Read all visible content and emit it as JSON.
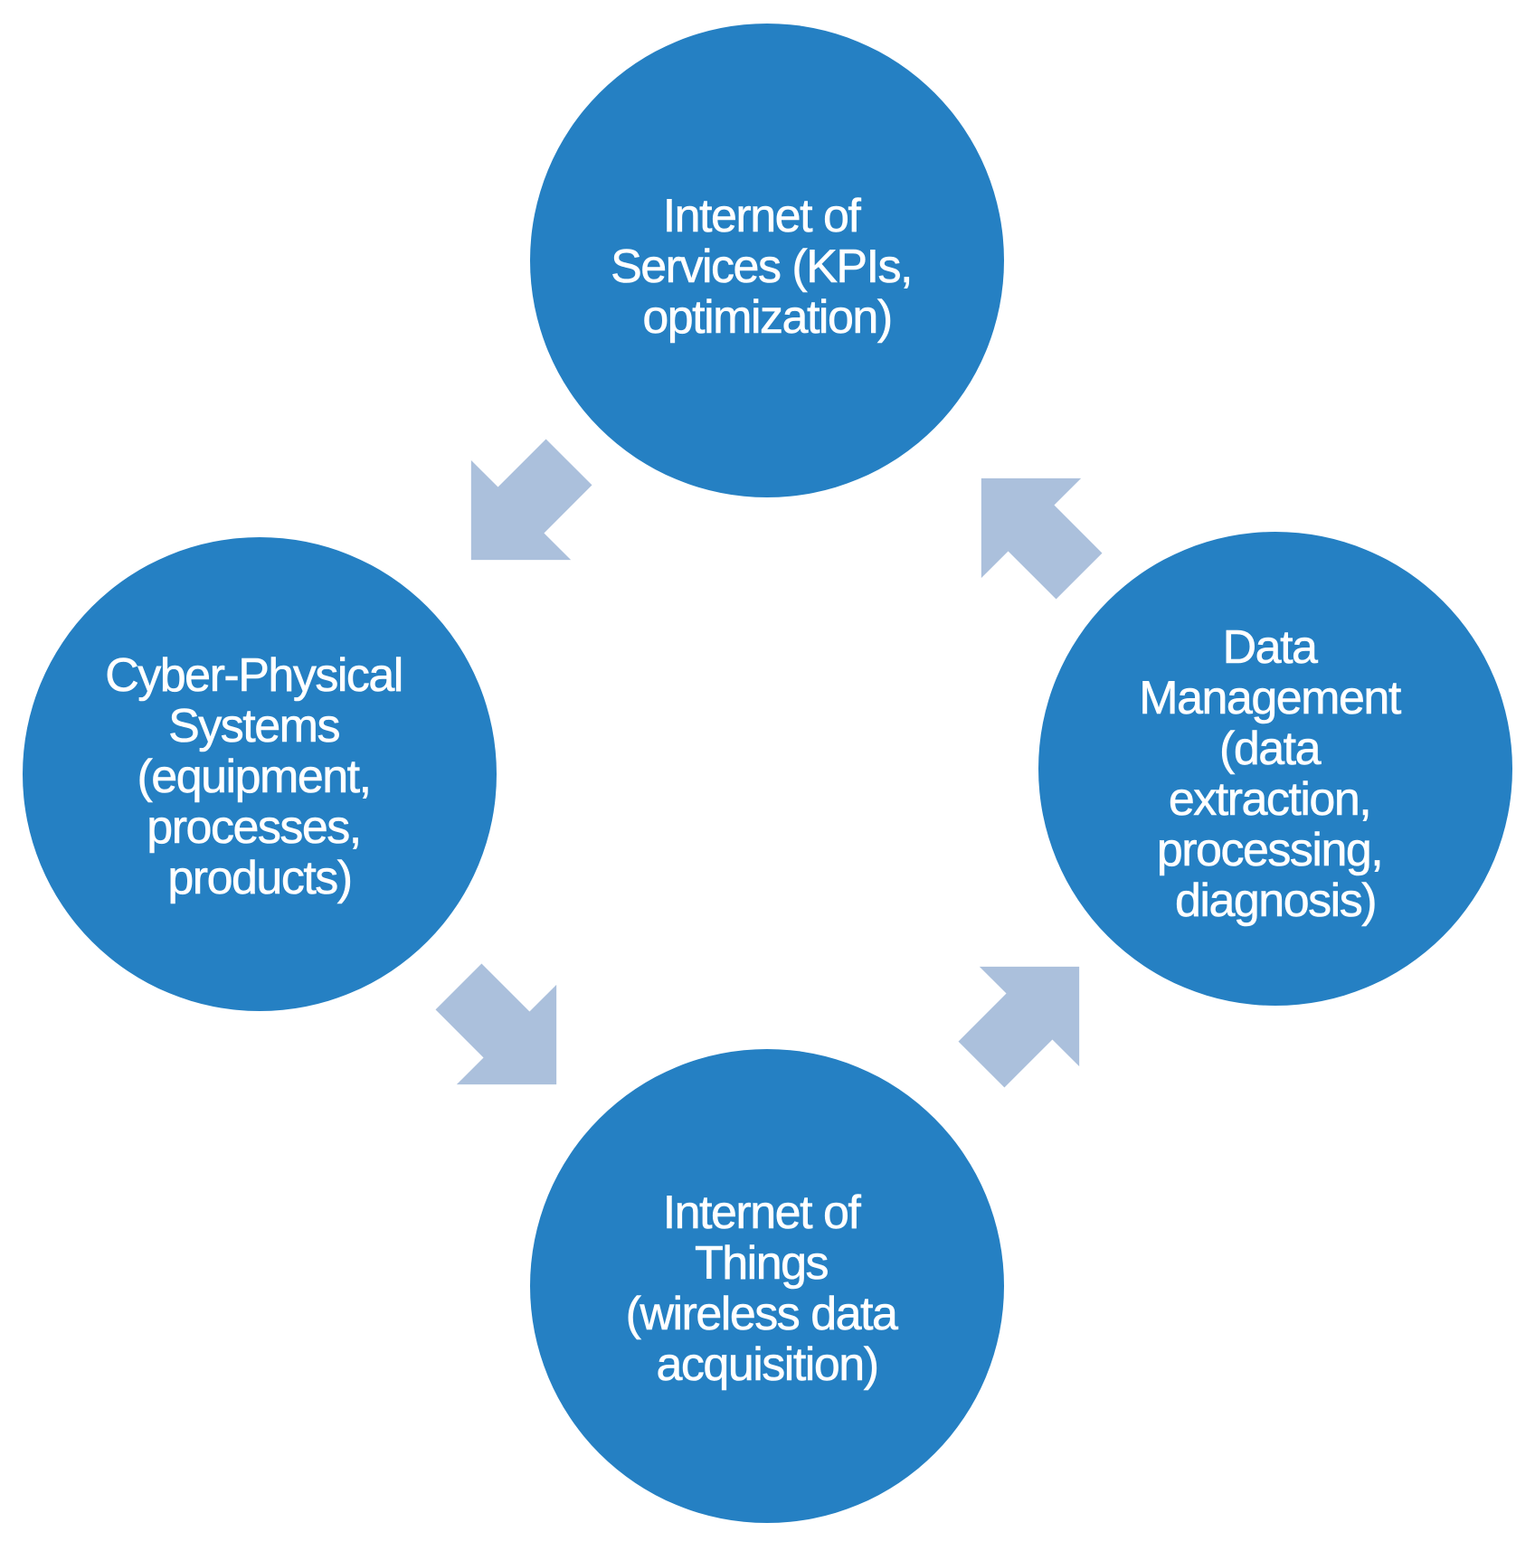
{
  "colors": {
    "node_fill": "#2580c3",
    "arrow_fill": "#abc0dc",
    "text": "#ffffff",
    "background": "#ffffff"
  },
  "nodes": [
    {
      "id": "internet-of-services",
      "lines": [
        "Internet of",
        "Services (KPIs,",
        "optimization)"
      ]
    },
    {
      "id": "data-management",
      "lines": [
        "Data",
        "Management",
        "(data",
        "extraction,",
        "processing,",
        "diagnosis)"
      ]
    },
    {
      "id": "internet-of-things",
      "lines": [
        "Internet of",
        "Things",
        "(wireless data",
        "acquisition)"
      ]
    },
    {
      "id": "cyber-physical-systems",
      "lines": [
        "Cyber-Physical",
        "Systems",
        "(equipment,",
        "processes,",
        "products)"
      ]
    }
  ],
  "arrows": [
    {
      "id": "services-to-cps",
      "from": "internet-of-services",
      "to": "cyber-physical-systems"
    },
    {
      "id": "cps-to-things",
      "from": "cyber-physical-systems",
      "to": "internet-of-things"
    },
    {
      "id": "things-to-data",
      "from": "internet-of-things",
      "to": "data-management"
    },
    {
      "id": "data-to-services",
      "from": "data-management",
      "to": "internet-of-services"
    }
  ]
}
